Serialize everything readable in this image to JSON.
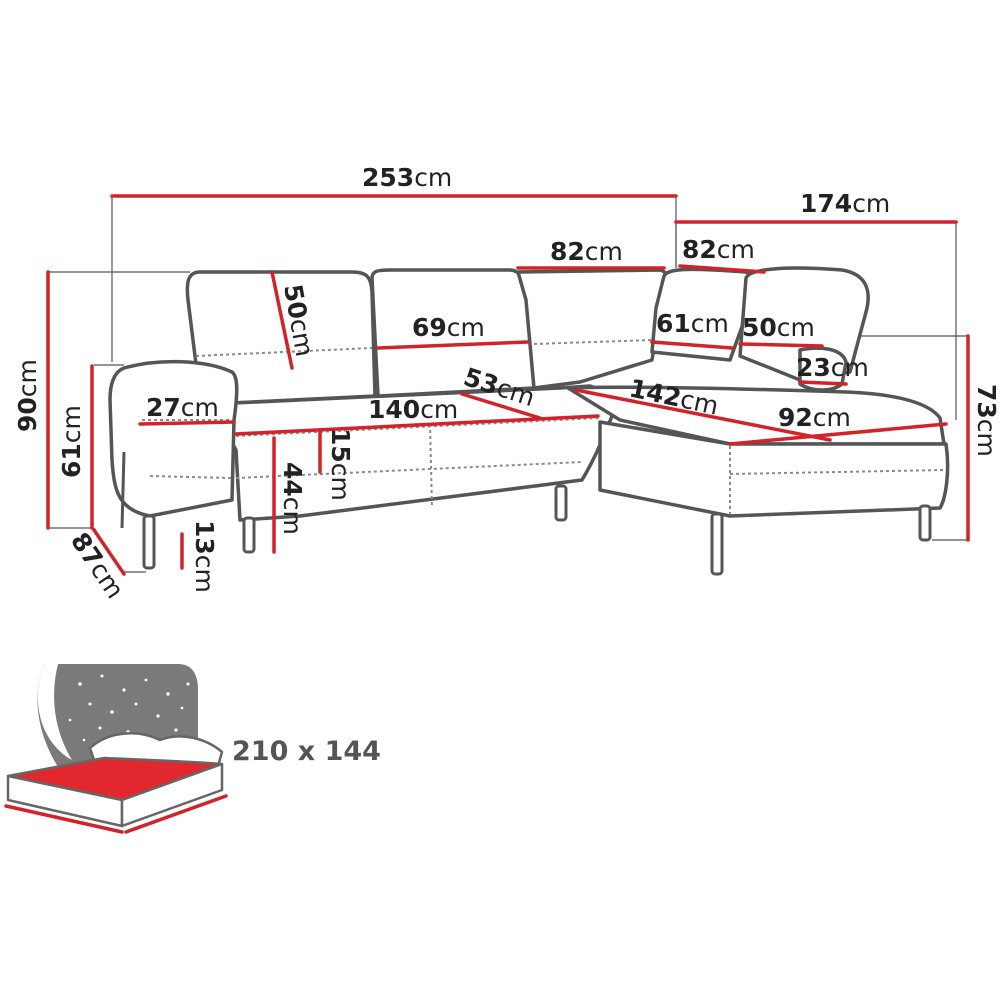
{
  "unit": "cm",
  "colors": {
    "dimension_line": "#d2232a",
    "outline": "#555555",
    "mattress": "#e2272f",
    "night_sky": "#7a7a7a"
  },
  "dimensions": {
    "total_width": "253",
    "chaise_depth": "174",
    "corner_back_width": "82",
    "chaise_back_width": "82",
    "left_back_height": "50",
    "seat_back_width": "69",
    "right_back_width_a": "61",
    "right_back_width_b": "50",
    "headrest_height": "23",
    "seat_depth": "53",
    "chaise_length": "142",
    "chaise_width": "92",
    "armrest_width": "27",
    "seat_width": "140",
    "seat_cushion_height": "15",
    "seat_height": "44",
    "leg_height": "13",
    "total_height": "90",
    "arm_height": "61",
    "total_depth": "87",
    "chaise_height": "73"
  },
  "bed": {
    "size_label": "210 x 144",
    "icon": "bed-with-night-sky-icon"
  }
}
